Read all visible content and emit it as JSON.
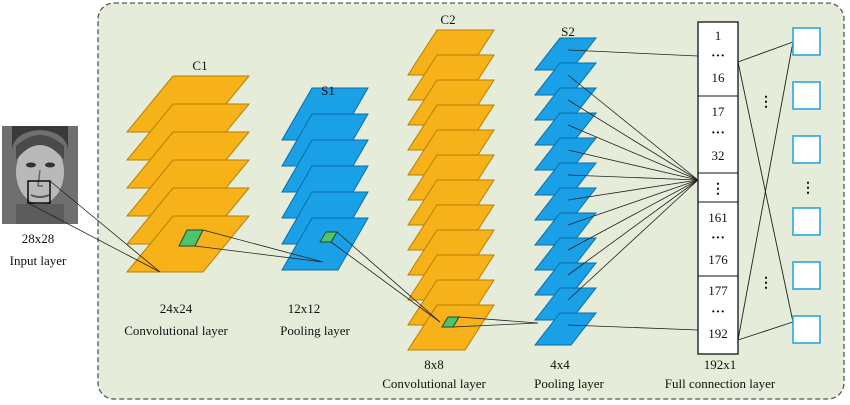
{
  "colors": {
    "panel_fill": "#e6ecda",
    "panel_border": "#555555",
    "conv_fill": "#f7b21a",
    "conv_edge": "#b77f00",
    "pool_fill": "#1aa0e6",
    "pool_edge": "#0a6da8",
    "kernel_fill": "#4fc36d",
    "output_edge": "#2aa6df"
  },
  "input": {
    "size_label": "28x28",
    "layer_label": "Input layer"
  },
  "c1": {
    "title": "C1",
    "size_label": "24x24",
    "layer_label": "Convolutional layer"
  },
  "s1": {
    "title": "S1",
    "size_label": "12x12",
    "layer_label": "Pooling layer"
  },
  "c2": {
    "title": "C2",
    "size_label": "8x8",
    "layer_label": "Convolutional layer"
  },
  "s2": {
    "title": "S2",
    "size_label": "4x4",
    "layer_label": "Pooling layer"
  },
  "fc": {
    "size_label": "192x1",
    "layer_label": "Full connection layer",
    "cells": [
      {
        "top": "1",
        "mid": "···",
        "bottom": "16"
      },
      {
        "top": "17",
        "mid": "···",
        "bottom": "32"
      },
      {
        "top": "",
        "mid": "⋮",
        "bottom": ""
      },
      {
        "top": "161",
        "mid": "···",
        "bottom": "176"
      },
      {
        "top": "177",
        "mid": "···",
        "bottom": "192"
      }
    ]
  },
  "output": {
    "dots_symbol": "⋮"
  }
}
